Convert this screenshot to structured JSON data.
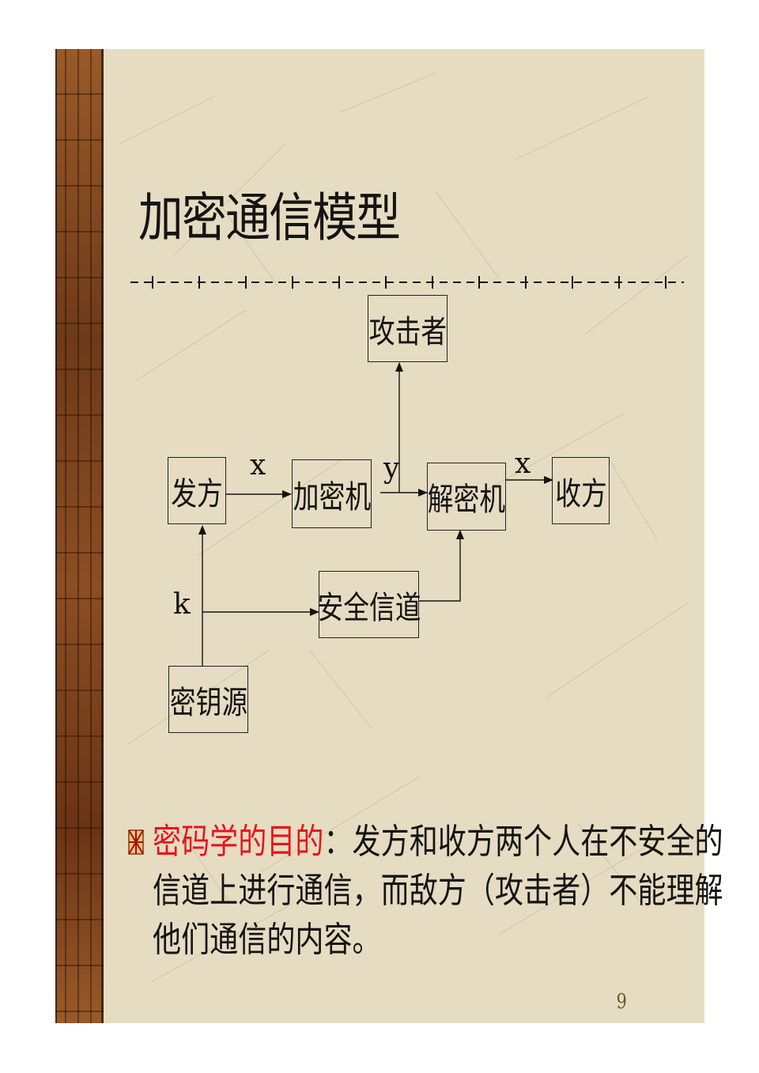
{
  "slide": {
    "title": "加密通信模型",
    "page_number": "9"
  },
  "diagram": {
    "nodes": {
      "attacker": "攻击者",
      "sender": "发方",
      "encryptor": "加密机",
      "decryptor": "解密机",
      "receiver": "收方",
      "secure_channel": "安全信道",
      "key_source": "密钥源"
    },
    "edge_labels": {
      "plaintext_in": "x",
      "ciphertext": "y",
      "plaintext_out": "x",
      "key": "k"
    }
  },
  "body": {
    "highlight": "密码学的目的",
    "line1_rest": "：发方和收方两个人在不安全的",
    "line2": "信道上进行通信，而敌方（攻击者）不能理解",
    "line3": "他们通信的内容。"
  },
  "colors": {
    "highlight": "#e8141c",
    "background": "#e6dcc2"
  }
}
